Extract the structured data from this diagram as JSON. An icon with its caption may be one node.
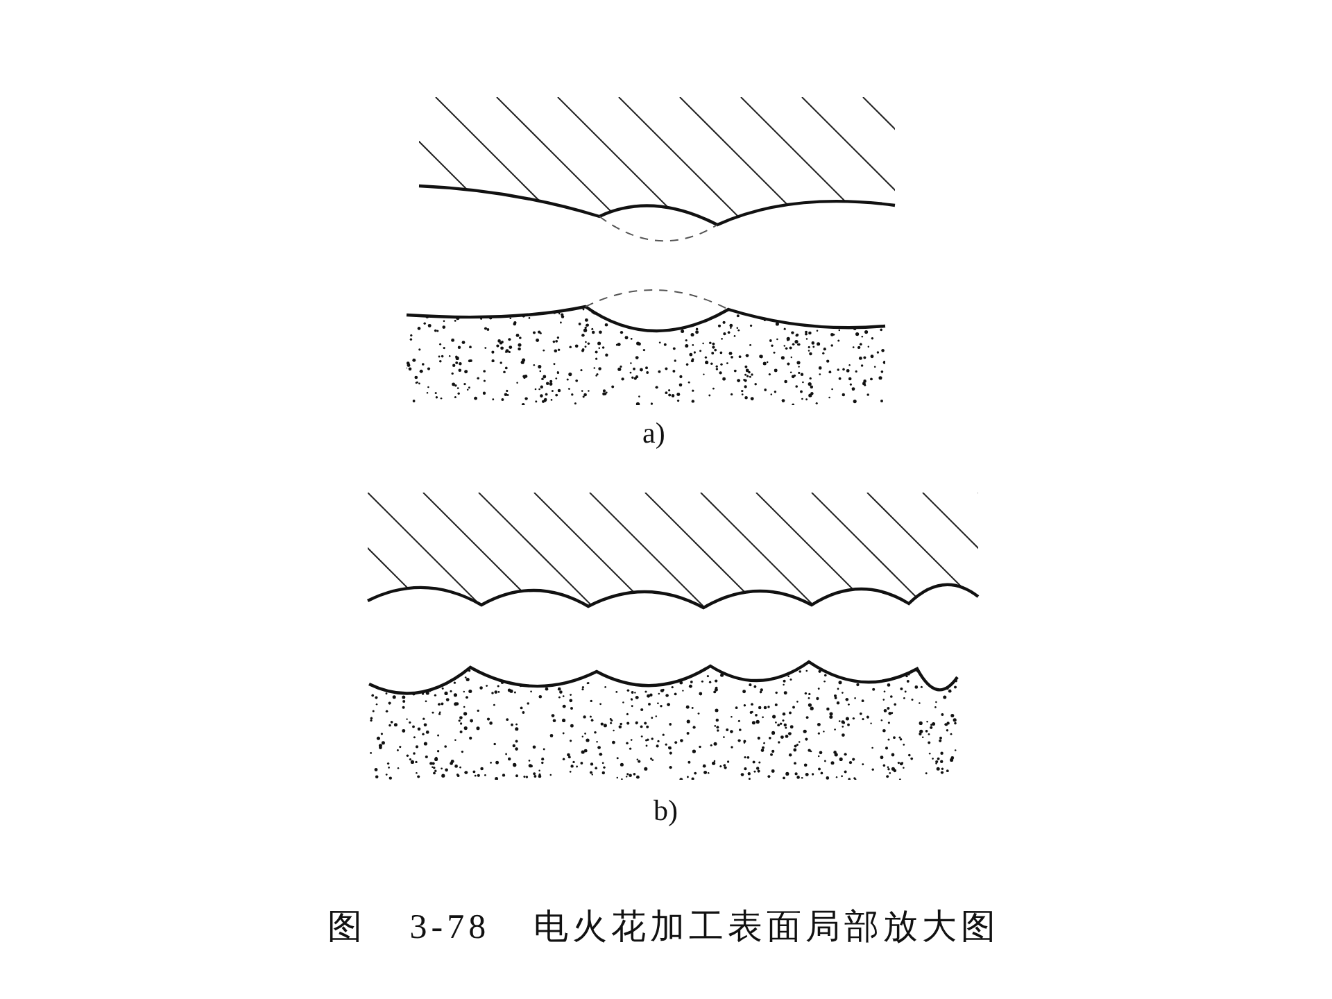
{
  "diagram": {
    "caption": "图 3-78 电火花加工表面局部放大图",
    "labels": [
      "a)",
      "b)"
    ]
  }
}
